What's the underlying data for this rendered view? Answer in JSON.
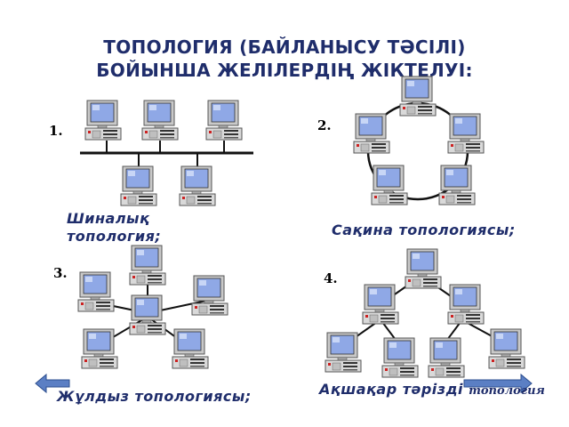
{
  "slide": {
    "title_line1": "ТОПОЛОГИЯ (БАЙЛАНЫСУ ТӘСІЛІ)",
    "title_line2": "БОЙЫНША ЖЕЛІЛЕРДІҢ ЖІКТЕЛУІ:"
  },
  "topologies": [
    {
      "number": "1.",
      "caption_line1": "Шиналық",
      "caption_line2": "топология;"
    },
    {
      "number": "2.",
      "caption": "Сақина топологиясы;"
    },
    {
      "number": "3.",
      "caption": "Жұлдыз топологиясы;"
    },
    {
      "number": "4.",
      "caption_main": "Ақшақар тәрізді",
      "caption_tail": "топология"
    }
  ],
  "nav": {
    "prev_arrow_color": "#5b7fc4",
    "next_arrow_color": "#5b7fc4"
  },
  "colors": {
    "title": "#1f2d6b",
    "monitor_screen": "#8fa8e6",
    "computer_body": "#d9d9d9"
  }
}
